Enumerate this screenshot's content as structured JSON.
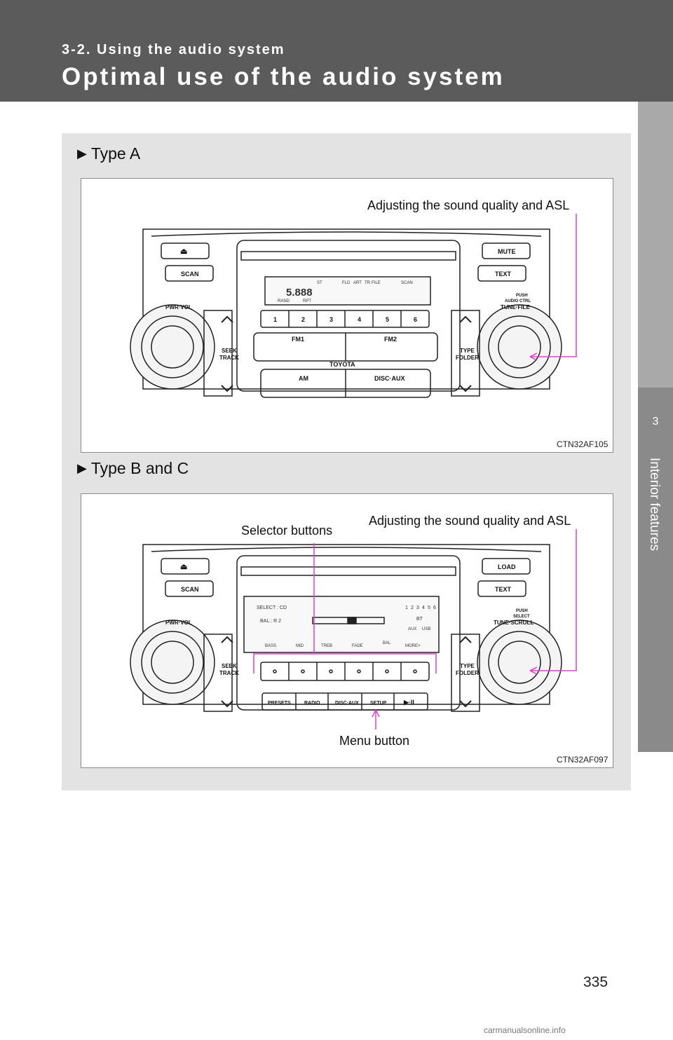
{
  "header": {
    "section": "3-2. Using the audio system",
    "title": "Optimal use of the audio system"
  },
  "side_tab": {
    "chapter": "3",
    "label": "Interior features"
  },
  "figure_a": {
    "heading": "Type A",
    "callout": "Adjusting the sound quality and ASL",
    "code": "CTN32AF105",
    "buttons": {
      "eject": "⏏",
      "scan": "SCAN",
      "mute": "MUTE",
      "text": "TEXT",
      "pwr_vol": "PWR·VOL",
      "seek": "SEEK",
      "track": "TRACK",
      "type": "TYPE",
      "folder": "FOLDER",
      "push": "PUSH",
      "audio_ctrl": "AUDIO CTRL",
      "tune_file": "TUNE·FILE",
      "fm1": "FM1",
      "fm2": "FM2",
      "am": "AM",
      "disc_aux": "DISC·AUX",
      "brand": "TOYOTA"
    },
    "presets": [
      "1",
      "2",
      "3",
      "4",
      "5",
      "6"
    ],
    "display": {
      "seg": "5.888",
      "st": "ST",
      "fld": "FLD",
      "art": "ART",
      "tr": "TR",
      "file": "FILE",
      "scan": "SCAN",
      "rand": "RAND",
      "rpt": "RPT"
    }
  },
  "figure_b": {
    "heading": "Type B and C",
    "callout_selector": "Selector buttons",
    "callout_adjust": "Adjusting the sound quality and ASL",
    "callout_menu": "Menu button",
    "code": "CTN32AF097",
    "buttons": {
      "eject": "⏏",
      "scan": "SCAN",
      "load": "LOAD",
      "text": "TEXT",
      "pwr_vol": "PWR·VOL",
      "seek": "SEEK",
      "track": "TRACK",
      "type": "TYPE",
      "folder": "FOLDER",
      "push": "PUSH",
      "select": "SELECT",
      "tune_scroll": "TUNE·SCROLL",
      "presets": "PRESETS",
      "radio": "RADIO",
      "disc_aux": "DISC·AUX",
      "setup": "SETUP",
      "play_pause": "▶·II"
    },
    "display": {
      "select_line": "SELECT : CD",
      "bal_line": "BAL.: R 2",
      "nums": [
        "1",
        "2",
        "3",
        "4",
        "5",
        "6"
      ],
      "bt": "BT",
      "aux": "AUX",
      "usb": "USB",
      "menu": [
        "BASS",
        "MID",
        "TREB",
        "FADE",
        "BAL",
        "MORE>"
      ]
    }
  },
  "page_number": "335",
  "watermark": "carmanualsonline.info"
}
